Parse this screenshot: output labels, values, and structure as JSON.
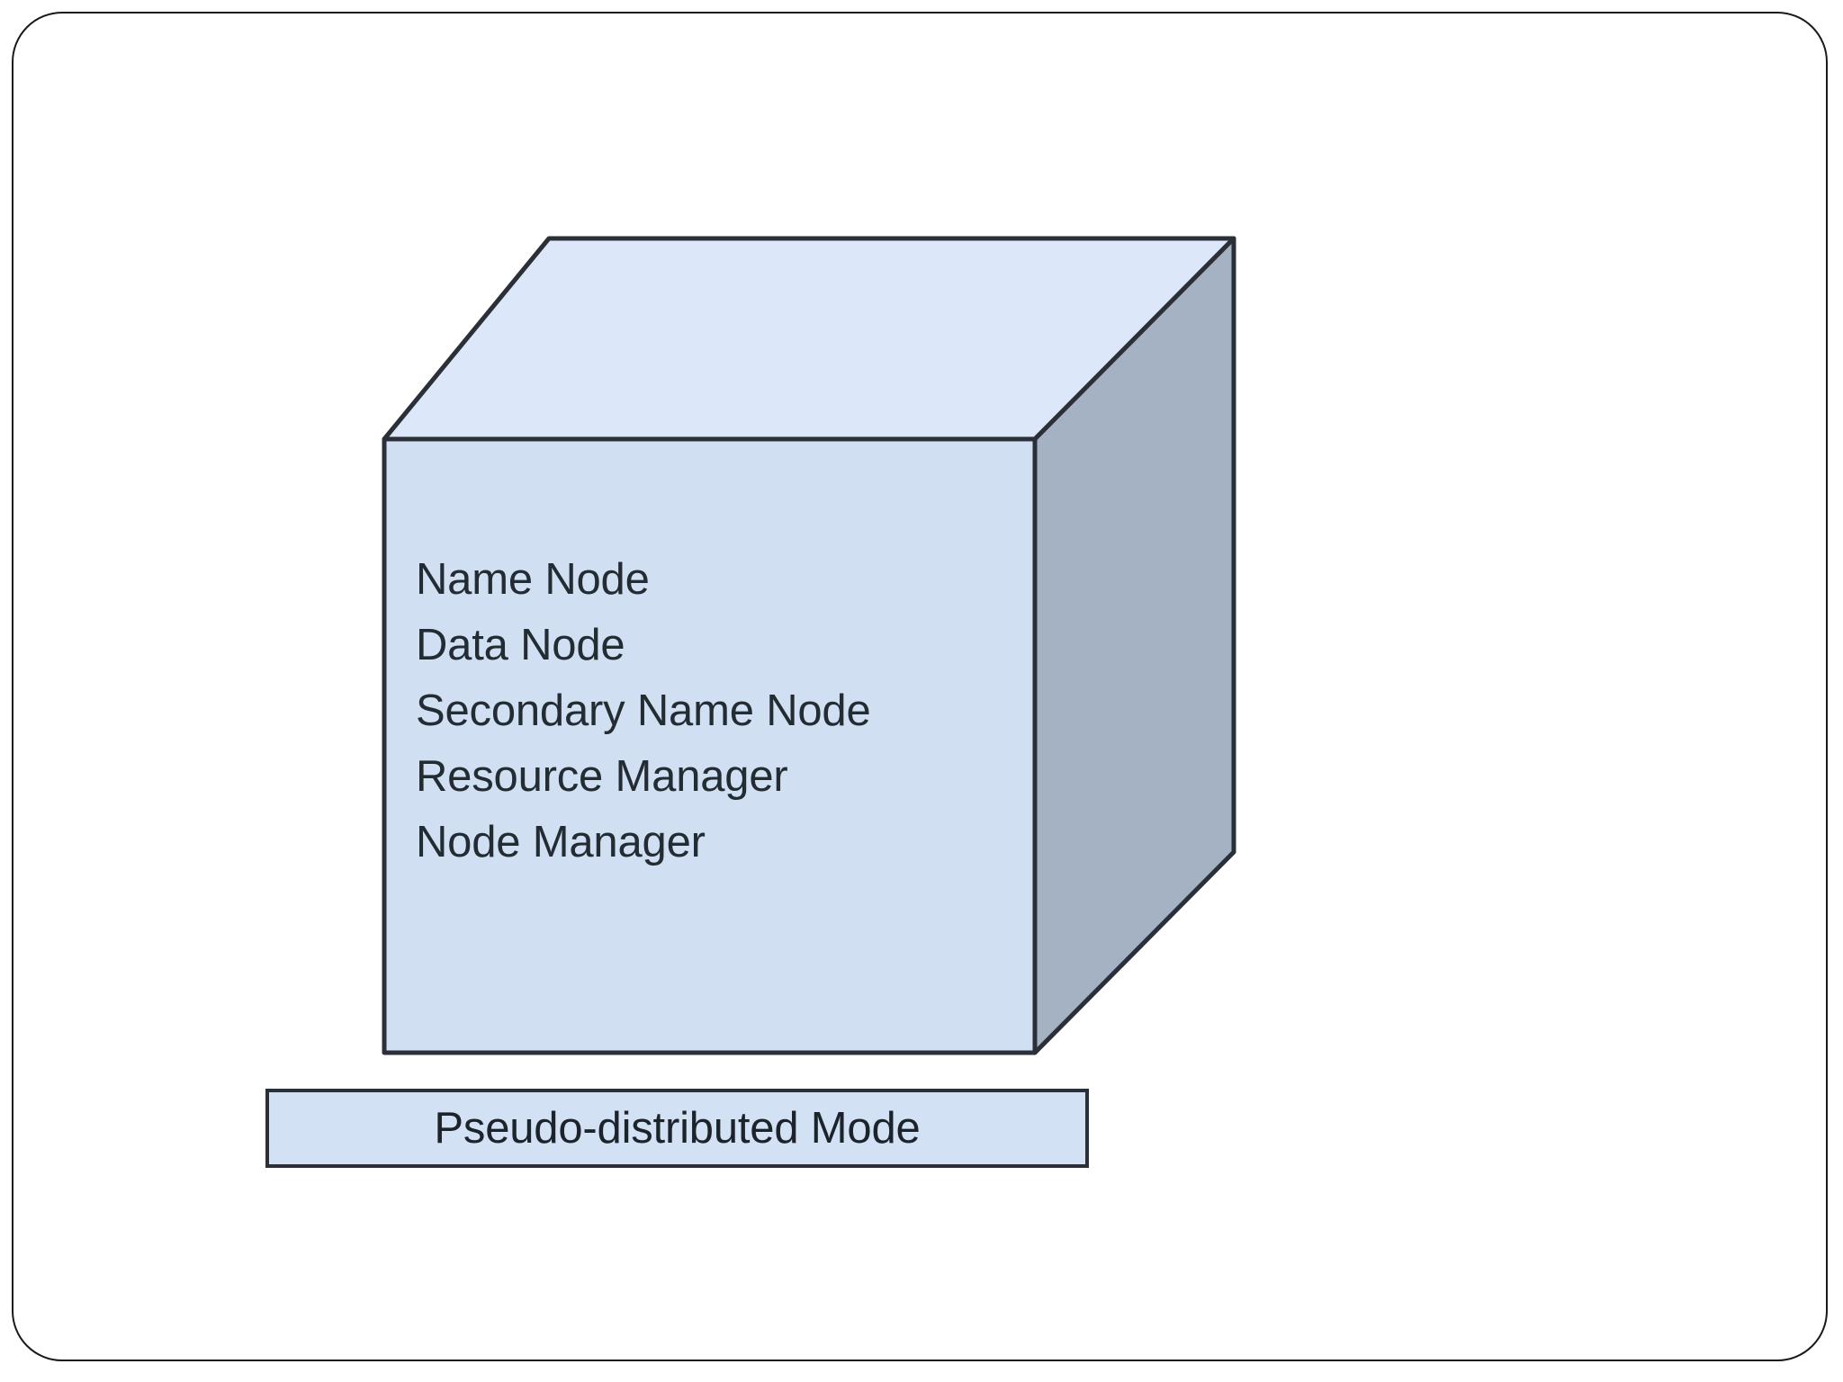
{
  "slide": {
    "background_color": "#ffffff",
    "border_color": "#1a1a1a"
  },
  "cube": {
    "name": "pseudo-distributed-mode-cube",
    "front_face_color": "#d0e0f2",
    "top_face_color": "#dce7fa",
    "side_face_color": "#a5b2c4",
    "edge_color": "#2b3038",
    "services": [
      {
        "label": "Name Node"
      },
      {
        "label": "Data Node"
      },
      {
        "label": "Secondary Name Node"
      },
      {
        "label": "Resource Manager"
      },
      {
        "label": "Node Manager"
      }
    ]
  },
  "mode_bar": {
    "label": "Pseudo-distributed Mode",
    "fill_color": "#d2e1f3",
    "border_color": "#2b3038"
  }
}
